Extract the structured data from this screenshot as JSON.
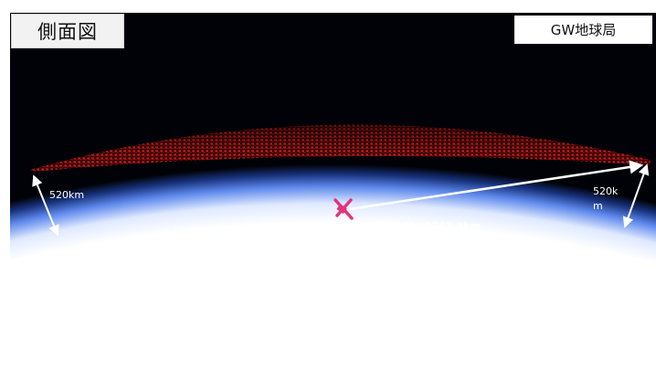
{
  "panel": {
    "title": "側面図",
    "station_label": "GW地球局"
  },
  "annotations": {
    "altitude_left": "520km",
    "altitude_right": "520km",
    "elevation_note": "仰角10°：1743.3km"
  },
  "colors": {
    "space": "#010207",
    "satellite_shell": "#b01818",
    "earth_surface": "#ffffff",
    "atmosphere_glow": "#3d6fe0",
    "ground_station": "#e0357a",
    "arrow": "#ffffff"
  },
  "icons": {
    "ground_station": "ground-station-icon"
  }
}
